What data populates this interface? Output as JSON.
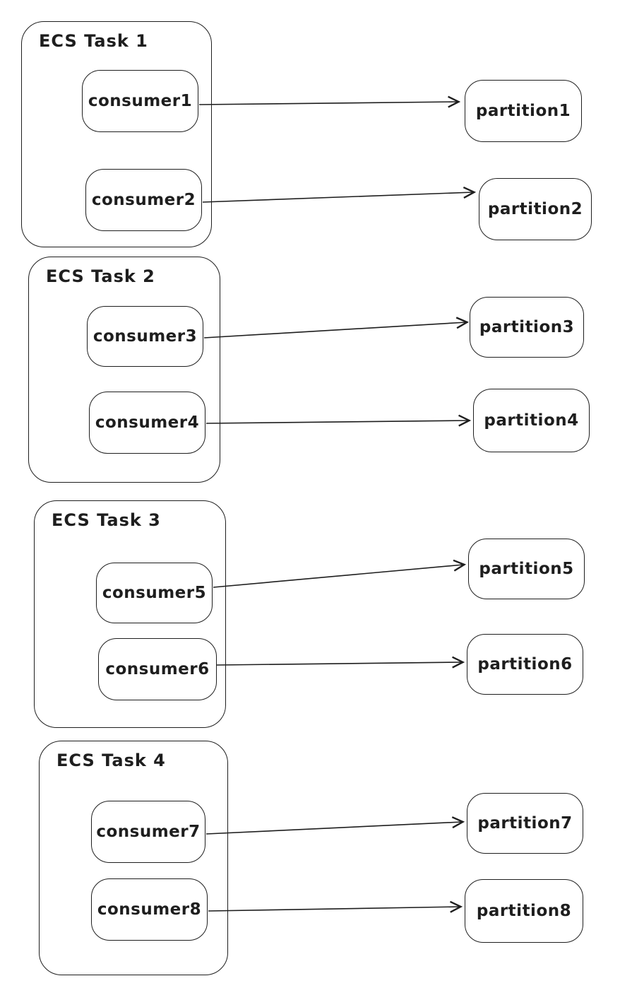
{
  "diagram": {
    "type": "flow",
    "stroke_color": "#1e1e1e",
    "background_color": "#ffffff",
    "tasks": [
      {
        "label": "ECS Task 1",
        "consumers": [
          "consumer1",
          "consumer2"
        ]
      },
      {
        "label": "ECS Task 2",
        "consumers": [
          "consumer3",
          "consumer4"
        ]
      },
      {
        "label": "ECS Task 3",
        "consumers": [
          "consumer5",
          "consumer6"
        ]
      },
      {
        "label": "ECS Task 4",
        "consumers": [
          "consumer7",
          "consumer8"
        ]
      }
    ],
    "partitions": [
      "partition1",
      "partition2",
      "partition3",
      "partition4",
      "partition5",
      "partition6",
      "partition7",
      "partition8"
    ],
    "edges": [
      {
        "from": "consumer1",
        "to": "partition1"
      },
      {
        "from": "consumer2",
        "to": "partition2"
      },
      {
        "from": "consumer3",
        "to": "partition3"
      },
      {
        "from": "consumer4",
        "to": "partition4"
      },
      {
        "from": "consumer5",
        "to": "partition5"
      },
      {
        "from": "consumer6",
        "to": "partition6"
      },
      {
        "from": "consumer7",
        "to": "partition7"
      },
      {
        "from": "consumer8",
        "to": "partition8"
      }
    ]
  }
}
